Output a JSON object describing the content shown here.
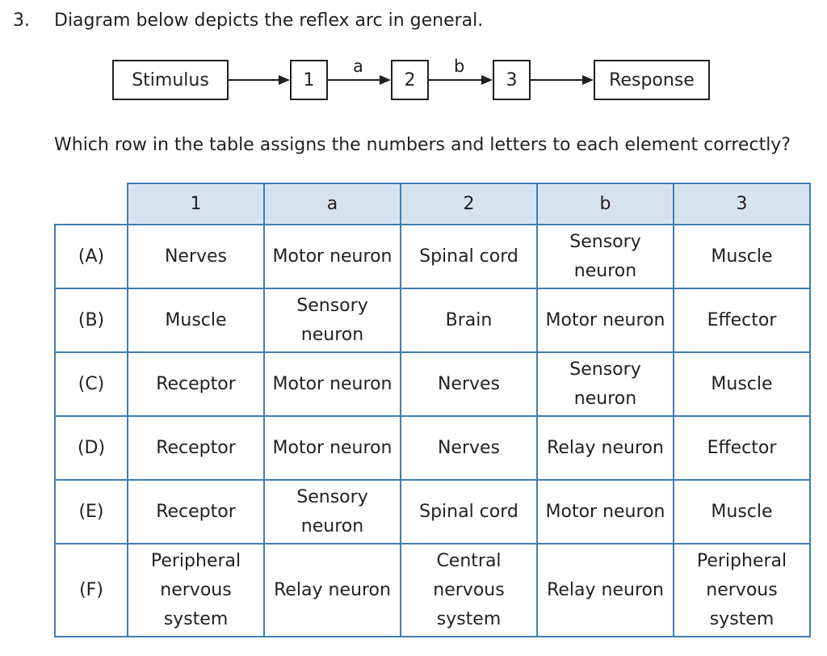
{
  "question": {
    "number": "3.",
    "text": "Diagram below depicts the reflex arc in general.",
    "sub_text": "Which row in the table assigns the numbers and letters to each element correctly?"
  },
  "diagram": {
    "stimulus": "Stimulus",
    "box1": "1",
    "box2": "2",
    "box3": "3",
    "response": "Response",
    "label_a": "a",
    "label_b": "b"
  },
  "table": {
    "headers": [
      "1",
      "a",
      "2",
      "b",
      "3"
    ],
    "rows": [
      {
        "label": "(A)",
        "cells": [
          "Nerves",
          "Motor neuron",
          "Spinal cord",
          "Sensory neuron",
          "Muscle"
        ]
      },
      {
        "label": "(B)",
        "cells": [
          "Muscle",
          "Sensory neuron",
          "Brain",
          "Motor neuron",
          "Effector"
        ]
      },
      {
        "label": "(C)",
        "cells": [
          "Receptor",
          "Motor neuron",
          "Nerves",
          "Sensory neuron",
          "Muscle"
        ]
      },
      {
        "label": "(D)",
        "cells": [
          "Receptor",
          "Motor neuron",
          "Nerves",
          "Relay neuron",
          "Effector"
        ]
      },
      {
        "label": "(E)",
        "cells": [
          "Receptor",
          "Sensory neuron",
          "Spinal cord",
          "Motor neuron",
          "Muscle"
        ]
      },
      {
        "label": "(F)",
        "cells": [
          "Peripheral nervous system",
          "Relay neuron",
          "Central nervous system",
          "Relay neuron",
          "Peripheral nervous system"
        ]
      }
    ]
  }
}
